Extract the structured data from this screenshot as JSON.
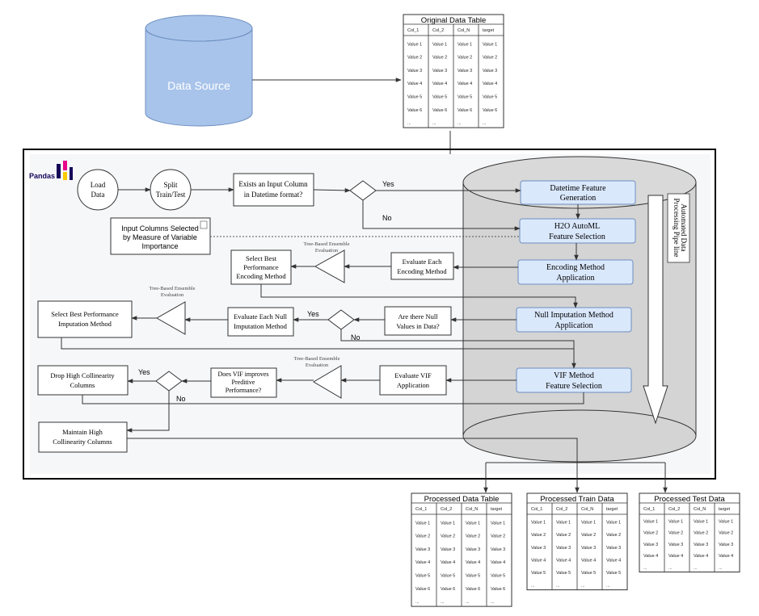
{
  "data_source": {
    "label": "Data Source"
  },
  "pandas_logo": {
    "text": "Pandas"
  },
  "original_table": {
    "title": "Original Data Table",
    "columns": [
      "Col_1",
      "Col_2",
      "Col_N",
      "target"
    ],
    "rows": [
      [
        "Value 1",
        "Value 1",
        "Value 1",
        "Value 1"
      ],
      [
        "Value 2",
        "Value 2",
        "Value 2",
        "Value 2"
      ],
      [
        "Value 3",
        "Value 3",
        "Value 3",
        "Value 3"
      ],
      [
        "Value 4",
        "Value 4",
        "Value 4",
        "Value 4"
      ],
      [
        "Value 5",
        "Value 5",
        "Value 5",
        "Value 5"
      ],
      [
        "Value 6",
        "Value 6",
        "Value 6",
        "Value 6"
      ],
      [
        "...",
        "...",
        "...",
        "..."
      ]
    ]
  },
  "nodes": {
    "load_data": [
      "Load",
      "Data"
    ],
    "split": [
      "Split",
      "Train/Test"
    ],
    "datetime_q": [
      "Exists an Input Column",
      "in Datetime format?"
    ],
    "input_cols": [
      "Input Columns Selected",
      "by Measure of Variable",
      "Importance"
    ],
    "select_best_enc": [
      "Select Best",
      "Performance",
      "Encoding Method"
    ],
    "eval_enc": [
      "Evaluate Each",
      "Encoding Method"
    ],
    "select_best_imp": [
      "Select Best Performance",
      "Imputation Method"
    ],
    "eval_null": [
      "Evaluate Each Null",
      "Imputation Method"
    ],
    "null_q": [
      "Are there Null",
      "Values in Data?"
    ],
    "drop_high": [
      "Drop High Collinearity",
      "Columns"
    ],
    "vif_q": [
      "Does VIF improves",
      "Preditive",
      "Performance?"
    ],
    "eval_vif": [
      "Evaluate VIF",
      "Application"
    ],
    "maintain_high": [
      "Maintain High",
      "Collinearity Columns"
    ]
  },
  "pipeline_steps": {
    "datetime_gen": [
      "Datetime Feature",
      "Generation"
    ],
    "h2o": [
      "H2O AutoML",
      "Feature Selection"
    ],
    "encoding": [
      "Encoding Method",
      "Application"
    ],
    "null_imp": [
      "Null Imputation Method",
      "Application"
    ],
    "vif": [
      "VIF Method",
      "Feature Selection"
    ]
  },
  "pipeline_label": [
    "Automated Data",
    "Processing Pipe line"
  ],
  "ensemble_label": [
    "Tree-Based Ensemble",
    "Evaluation"
  ],
  "edge_labels": {
    "yes": "Yes",
    "no": "No"
  },
  "processed_tables": {
    "data": {
      "title": "Processed Data Table",
      "columns": [
        "Col_1",
        "Col_2",
        "Col_N",
        "target"
      ],
      "rows": [
        [
          "Value 1",
          "Value 1",
          "Value 1",
          "Value 1"
        ],
        [
          "Value 2",
          "Value 2",
          "Value 2",
          "Value 2"
        ],
        [
          "Value 3",
          "Value 3",
          "Value 3",
          "Value 3"
        ],
        [
          "Value 4",
          "Value 4",
          "Value 4",
          "Value 4"
        ],
        [
          "Value 5",
          "Value 5",
          "Value 5",
          "Value 5"
        ],
        [
          "Value 6",
          "Value 6",
          "Value 6",
          "Value 6"
        ],
        [
          "...",
          "...",
          "...",
          "..."
        ]
      ]
    },
    "train": {
      "title": "Processed Train Data",
      "columns": [
        "Col_1",
        "Col_2",
        "Col_N",
        "target"
      ],
      "rows": [
        [
          "Value 1",
          "Value 1",
          "Value 1",
          "Value 1"
        ],
        [
          "Value 2",
          "Value 2",
          "Value 2",
          "Value 2"
        ],
        [
          "Value 3",
          "Value 3",
          "Value 3",
          "Value 3"
        ],
        [
          "Value 4",
          "Value 4",
          "Value 4",
          "Value 4"
        ],
        [
          "Value 5",
          "Value 5",
          "Value 5",
          "Value 5"
        ],
        [
          "...",
          "...",
          "...",
          "..."
        ]
      ]
    },
    "test": {
      "title": "Processed Test Data",
      "columns": [
        "Col_1",
        "Col_2",
        "Col_N",
        "target"
      ],
      "rows": [
        [
          "Value 1",
          "Value 1",
          "Value 1",
          "Value 1"
        ],
        [
          "Value 2",
          "Value 2",
          "Value 2",
          "Value 2"
        ],
        [
          "Value 3",
          "Value 3",
          "Value 3",
          "Value 3"
        ],
        [
          "Value 4",
          "Value 4",
          "Value 4",
          "Value 4"
        ],
        [
          "...",
          "...",
          "...",
          "..."
        ]
      ]
    }
  }
}
